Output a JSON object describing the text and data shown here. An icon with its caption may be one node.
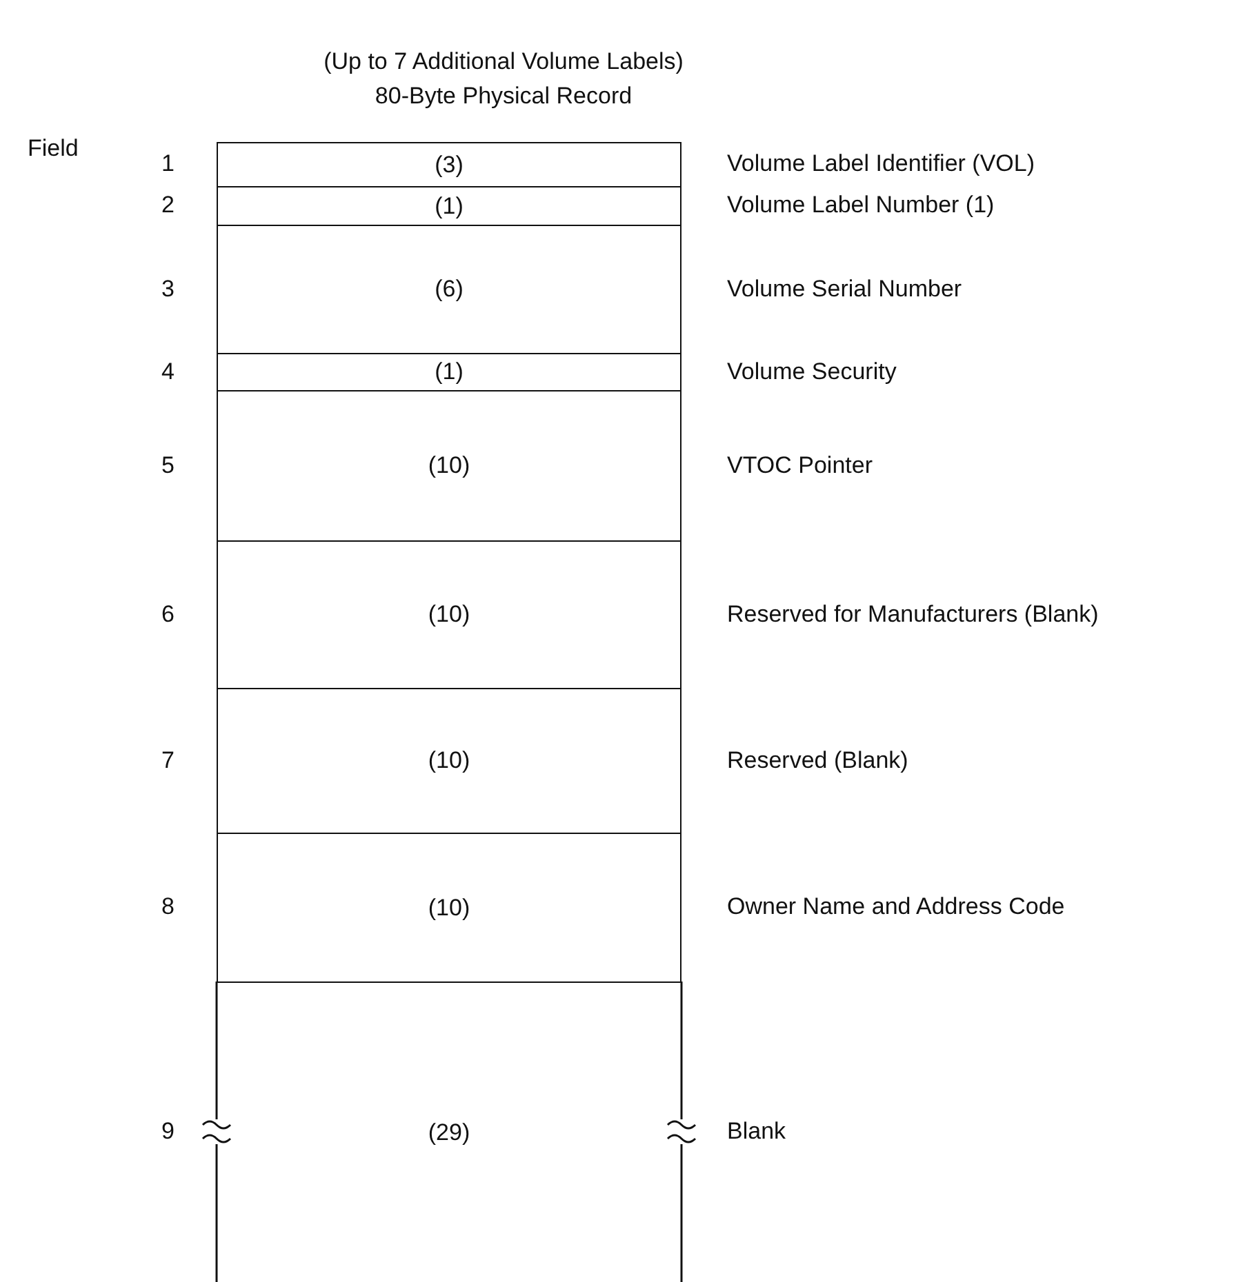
{
  "diagram": {
    "title": "80-Byte Physical Record",
    "nodes": [
      {
        "text": [
          "(3)"
        ],
        "beside": [
          "1",
          "Volume Label Identifier (VOL)"
        ]
      },
      {
        "text": [
          "(1)"
        ],
        "beside": [
          "2",
          "Volume Label Number (1)"
        ]
      },
      {
        "text": [
          "(6)"
        ],
        "beside": [
          "3",
          "Volume Serial Number"
        ]
      },
      {
        "text": [
          "(1)"
        ],
        "beside": [
          "4",
          "Volume Security"
        ]
      },
      {
        "text": [
          "(10)"
        ],
        "beside": [
          "5",
          "VTOC Pointer"
        ]
      },
      {
        "text": [
          "(10)"
        ],
        "beside": [
          "6",
          "Reserved for Manufacturers (Blank)"
        ]
      },
      {
        "text": [
          "(10)"
        ],
        "beside": [
          "7",
          "Reserved (Blank)"
        ]
      },
      {
        "text": [
          "(10)"
        ],
        "beside": [
          "8",
          "Owner Name and Address Code"
        ]
      },
      {
        "text": [
          "(29)"
        ],
        "beside": [
          "9",
          "Blank"
        ]
      }
    ],
    "edges": [],
    "labels": [
      "(Up to 7 Additional Volume Labels)",
      "Field"
    ]
  }
}
